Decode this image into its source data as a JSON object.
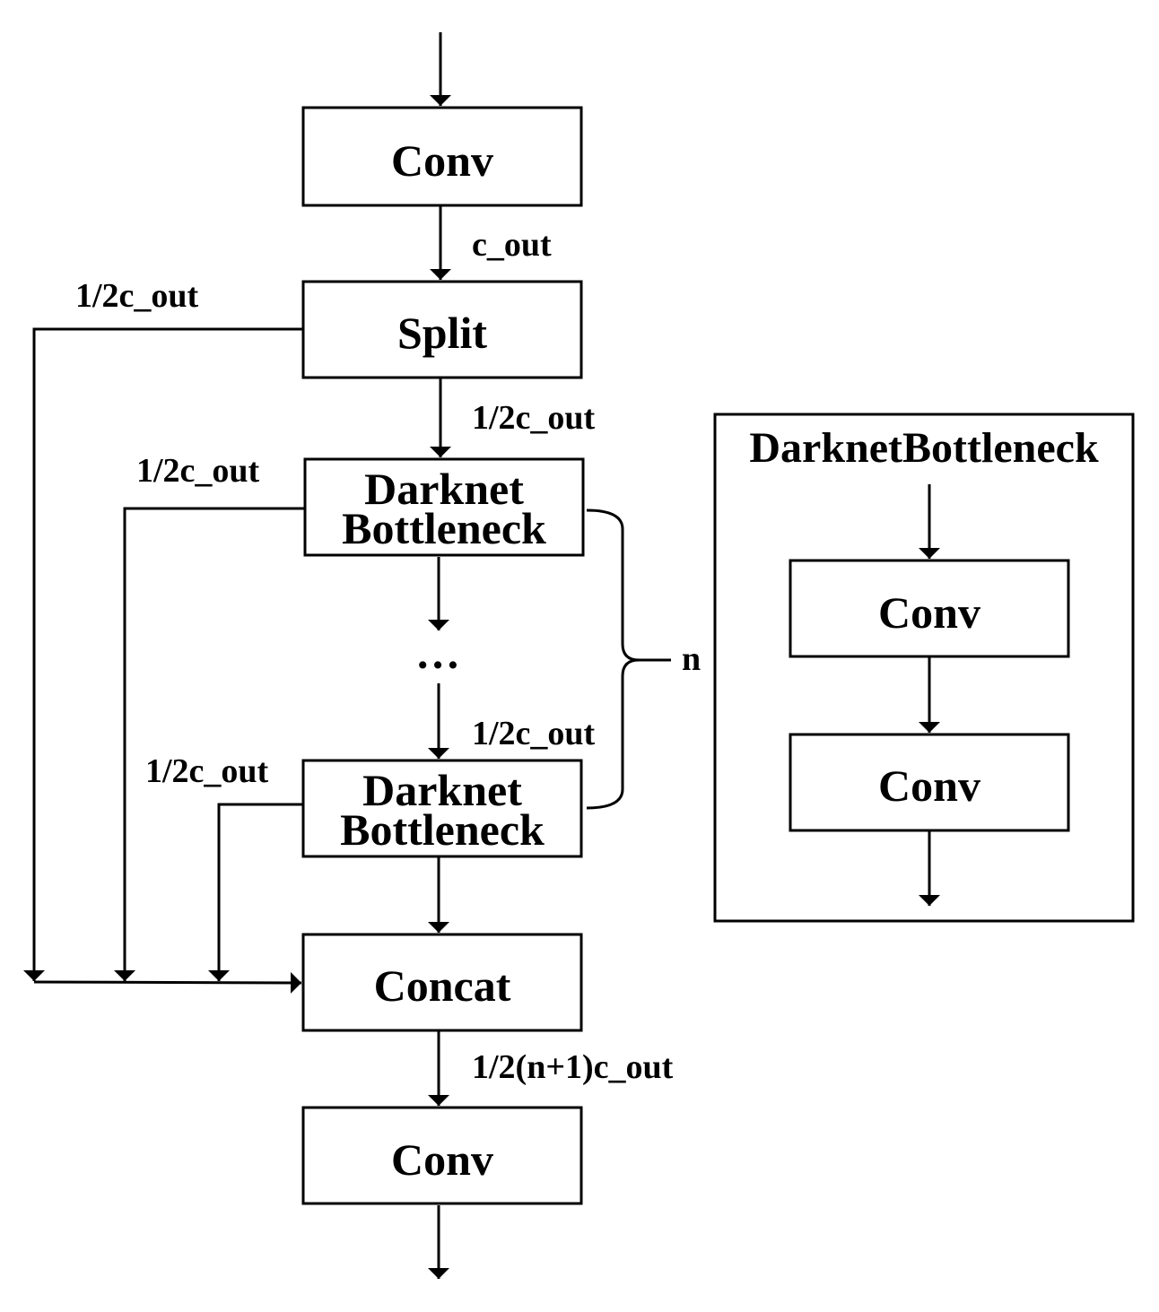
{
  "main_flow": {
    "conv_top": "Conv",
    "split": "Split",
    "bottleneck_first": [
      "Darknet",
      "Bottleneck"
    ],
    "ellipsis": "…",
    "bottleneck_last": [
      "Darknet",
      "Bottleneck"
    ],
    "concat": "Concat",
    "conv_bottom": "Conv"
  },
  "labels": {
    "conv_to_split": "c_out",
    "split_branch": "1/2c_out",
    "split_to_bottleneck": "1/2c_out",
    "bottleneck_first_branch": "1/2c_out",
    "dots_to_bottleneck": "1/2c_out",
    "bottleneck_last_branch": "1/2c_out",
    "concat_to_conv": "1/2(n+1)c_out",
    "repeat": "n"
  },
  "detail_panel": {
    "title": "DarknetBottleneck",
    "conv_1": "Conv",
    "conv_2": "Conv"
  }
}
